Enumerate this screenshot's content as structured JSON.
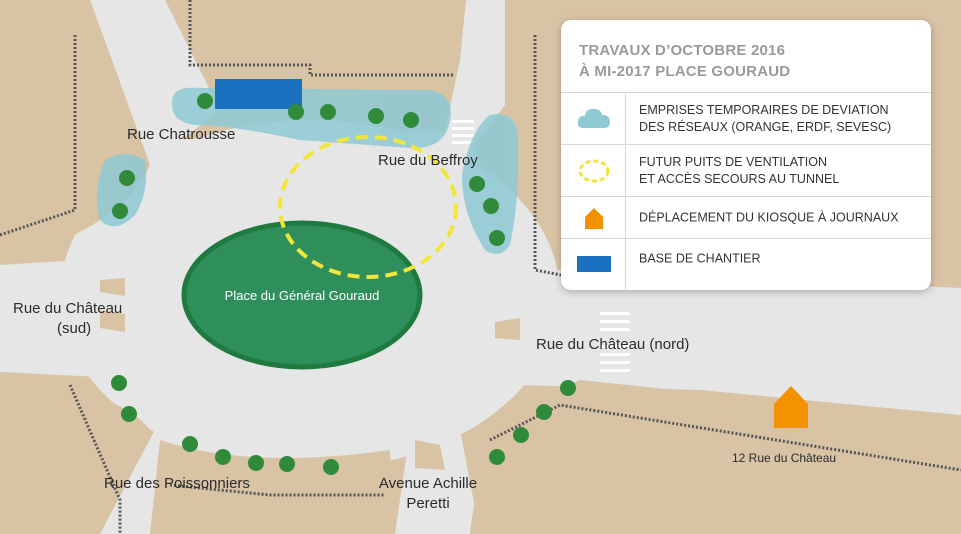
{
  "map": {
    "colors": {
      "ground": "#d8c3a5",
      "road": "#e6e6e6",
      "sidewalk_edge": "#555555",
      "tree": "#2f8a3a",
      "zone": "#8ec9d4",
      "center_island": "#2f8f5a",
      "center_island_border": "#1f7a3f",
      "dashed_circle": "#f0e63c",
      "kiosk": "#f39200",
      "base": "#1b6fbf"
    },
    "labels": {
      "rue_chatrousse": "Rue Chatrousse",
      "rue_du_beffroy": "Rue du Beffroy",
      "rue_du_chateau_sud_line1": "Rue du Château",
      "rue_du_chateau_sud_line2": "(sud)",
      "place": "Place du Général Gouraud",
      "rue_du_chateau_nord": "Rue du Château (nord)",
      "rue_des_poissonniers": "Rue des Poissonniers",
      "avenue_line1": "Avenue Achille",
      "avenue_line2": "Peretti",
      "address": "12 Rue du Château"
    }
  },
  "legend": {
    "title_line1": "TRAVAUX D’OCTOBRE 2016",
    "title_line2": "À MI-2017 PLACE GOURAUD",
    "items": [
      {
        "icon": "cloud-icon",
        "line1": "EMPRISES TEMPORAIRES DE DEVIATION",
        "line2": "DES RÉSEAUX (ORANGE, ERDF, SEVESC)"
      },
      {
        "icon": "dashed-circle-icon",
        "line1": "FUTUR PUITS DE VENTILATION",
        "line2": "ET ACCÈS SECOURS AU TUNNEL"
      },
      {
        "icon": "house-icon",
        "line1": "DÉPLACEMENT DU KIOSQUE À JOURNAUX",
        "line2": ""
      },
      {
        "icon": "rectangle-icon",
        "line1": "BASE DE CHANTIER",
        "line2": ""
      }
    ]
  }
}
